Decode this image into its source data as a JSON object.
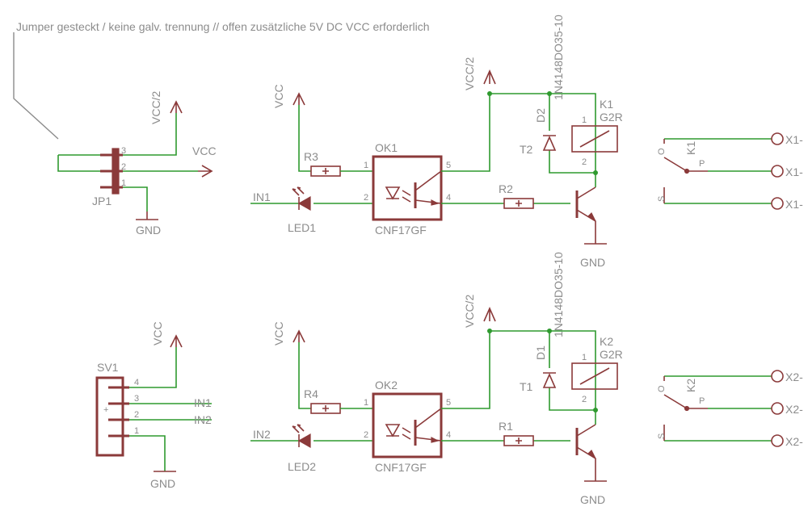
{
  "note": "Jumper gesteckt / keine galv. trennung // offen zusätzliche 5V DC VCC erforderlich",
  "jp1": {
    "name": "JP1",
    "pins": [
      "3",
      "2",
      "1"
    ],
    "vcc2": "VCC/2",
    "vcc": "VCC",
    "gnd": "GND"
  },
  "ch1": {
    "vcc": "VCC",
    "r3": "R3",
    "in": "IN1",
    "led": "LED1",
    "ok": "OK1",
    "ok_part": "CNF17GF",
    "ok_pins": [
      "1",
      "2",
      "5",
      "4"
    ],
    "vcc2": "VCC/2",
    "r2": "R2",
    "gnd": "GND",
    "d": "D2",
    "d_part": "1N4148DO35-10",
    "t": "T2",
    "k": "K1",
    "k_part": "G2R",
    "k_pins": [
      "1",
      "2"
    ],
    "sw": "K1",
    "sw_o": "O",
    "sw_p": "P",
    "sw_s": "S",
    "terms": [
      "X1-",
      "X1-",
      "X1-"
    ]
  },
  "sv1": {
    "name": "SV1",
    "pins": [
      "4",
      "3",
      "2",
      "1"
    ],
    "vcc": "VCC",
    "in1": "IN1",
    "in2": "IN2",
    "gnd": "GND"
  },
  "ch2": {
    "vcc": "VCC",
    "r4": "R4",
    "in": "IN2",
    "led": "LED2",
    "ok": "OK2",
    "ok_part": "CNF17GF",
    "ok_pins": [
      "1",
      "2",
      "5",
      "4"
    ],
    "vcc2": "VCC/2",
    "r1": "R1",
    "gnd": "GND",
    "d": "D1",
    "d_part": "1N4148DO35-10",
    "t": "T1",
    "k": "K2",
    "k_part": "G2R",
    "k_pins": [
      "1",
      "2"
    ],
    "sw": "K2",
    "sw_o": "O",
    "sw_p": "P",
    "sw_s": "S",
    "terms": [
      "X2-",
      "X2-",
      "X2-"
    ]
  },
  "colors": {
    "wire": "#2f9a2f",
    "part": "#8b3a3a",
    "text": "#8c8c8c"
  }
}
